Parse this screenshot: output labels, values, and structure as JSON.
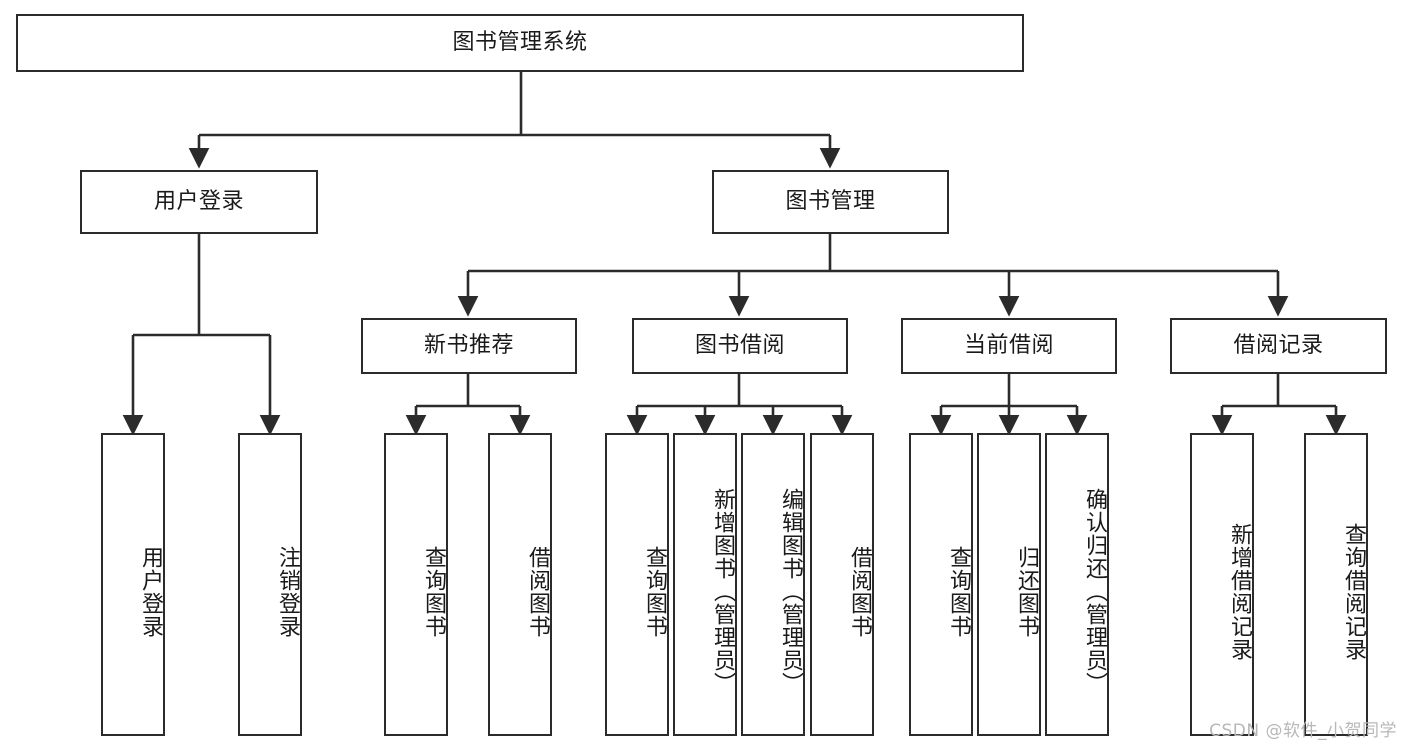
{
  "diagram": {
    "title": "图书管理系统",
    "type": "tree-hierarchy-chart",
    "accent_color": "#2b2b2b",
    "background_color": "#ffffff"
  },
  "root": {
    "label": "图书管理系统"
  },
  "level2": [
    {
      "label": "用户登录"
    },
    {
      "label": "图书管理"
    }
  ],
  "level3": [
    {
      "label": "新书推荐"
    },
    {
      "label": "图书借阅"
    },
    {
      "label": "当前借阅"
    },
    {
      "label": "借阅记录"
    }
  ],
  "leaves": {
    "user_login": [
      {
        "label": "用户登录"
      },
      {
        "label": "注销登录"
      }
    ],
    "new_book": [
      {
        "label": "查询图书"
      },
      {
        "label": "借阅图书"
      }
    ],
    "book_borrow": [
      {
        "label": "查询图书"
      },
      {
        "label": "新增图书（管理员）"
      },
      {
        "label": "编辑图书（管理员）"
      },
      {
        "label": "借阅图书"
      }
    ],
    "current_borrow": [
      {
        "label": "查询图书"
      },
      {
        "label": "归还图书"
      },
      {
        "label": "确认归还（管理员）"
      }
    ],
    "borrow_record": [
      {
        "label": "新增借阅记录"
      },
      {
        "label": "查询借阅记录"
      }
    ]
  },
  "watermark": {
    "text": "CSDN @软件_小贺同学"
  }
}
